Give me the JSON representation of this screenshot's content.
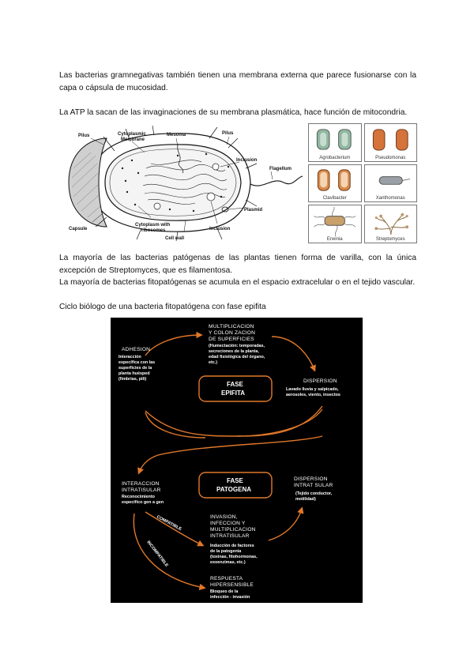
{
  "paragraphs": {
    "gram_negative": "Las bacterias gramnegativas también tienen una membrana externa que parece fusionarse con la capa o cápsula de mucosidad.",
    "atp": "La ATP la sacan de las invaginaciones de su membrana plasmática, hace función de mitocondria.",
    "shape": "La mayoría de las bacterias patógenas de las plantas tienen forma de varilla, con la única excepción de Streptomyces, que es filamentosa.",
    "location": "La mayoría de bacterias fitopatógenas se acumula en el espacio extracelular o en el tejido vascular.",
    "cycle_caption": "Ciclo biólogo de una bacteria fitopatógena con fase epifita"
  },
  "cell_diagram": {
    "labels": {
      "pilus": "Pilus",
      "cytoplasmic_membrane_1": "Cytoplasmic",
      "cytoplasmic_membrane_2": "Membrane",
      "mesoma": "Mesoma",
      "pilus2": "Pilus",
      "inclusion_top": "Inclusion",
      "flagellum": "Flagellum",
      "plasmid": "Plasmid",
      "capsule": "Capsule",
      "cytoplasm_1": "Cytoplasm with",
      "cytoplasm_2": "ribosomes",
      "cell_wall": "Cell wall",
      "inclusion_bottom": "Inclusion"
    }
  },
  "species": [
    {
      "name": "Agrobacterium",
      "color": "#8fb8a0"
    },
    {
      "name": "Pseudomonas",
      "color": "#d4733a"
    },
    {
      "name": "Clavibacter",
      "color": "#d98a4a"
    },
    {
      "name": "Xanthomonas",
      "color": "#9aa0a6"
    },
    {
      "name": "Erwinia",
      "color": "#c9a06a"
    },
    {
      "name": "Streptomyces",
      "color": "#b89a70"
    }
  ],
  "cycle": {
    "accent": "#e0782a",
    "multiplicacion_title_1": "MULTIPLICACION",
    "multiplicacion_title_2": "Y COLON ZACION",
    "multiplicacion_title_3": "DE SUPERFICIES",
    "multiplicacion_detail_1": "(Humectación: temporadas,",
    "multiplicacion_detail_2": "secreciones de la planta,",
    "multiplicacion_detail_3": "edad fisiológica del órgano,",
    "multiplicacion_detail_4": "etc.)",
    "adhesion_title": "ADHESION",
    "adhesion_detail_1": "Interacción",
    "adhesion_detail_2": "específica con las",
    "adhesion_detail_3": "superficies de la",
    "adhesion_detail_4": "planta huésped",
    "adhesion_detail_5": "(fimbrias, pili)",
    "dispersion_title": "DISPERSION",
    "dispersion_detail_1": "Lavado lluvia y salpicado,",
    "dispersion_detail_2": "aerosoles, viento, insectos",
    "fase_epifita_1": "FASE",
    "fase_epifita_2": "EPIFITA",
    "fase_patogena_1": "FASE",
    "fase_patogena_2": "PATOGENA",
    "interaccion_title_1": "INTERACCION",
    "interaccion_title_2": "INTRATISULAR",
    "interaccion_detail_1": "Reconocimiento",
    "interaccion_detail_2": "específico gen a gen",
    "dispersion_intra_1": "DISPERSION",
    "dispersion_intra_2": "INTRAT SULAR",
    "dispersion_intra_detail_1": "(Tejido conductor,",
    "dispersion_intra_detail_2": "motilidad)",
    "compatible": "COMPATIBLE",
    "incompatible": "INCOMPATIBLE",
    "invasion_title_1": "INVASION,",
    "invasion_title_2": "INFECCION Y",
    "invasion_title_3": "MULTIPLICACION",
    "invasion_title_4": "INTRATISULAR",
    "invasion_detail_1": "Inducción de factores",
    "invasion_detail_2": "de la patogenia",
    "invasion_detail_3": "(toxinas, fitohormonas,",
    "invasion_detail_4": "exoenzimas, etc.)",
    "respuesta_title_1": "RESPUESTA",
    "respuesta_title_2": "HIPERSENSIBLE",
    "respuesta_detail_1": "Bloqueo de la",
    "respuesta_detail_2": "infección - invasión"
  }
}
